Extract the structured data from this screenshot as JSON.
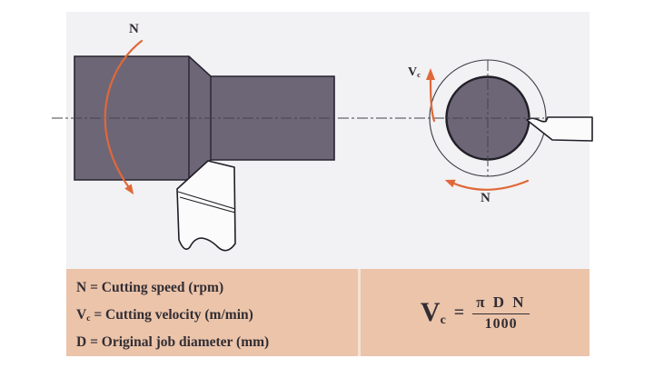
{
  "colors": {
    "page_bg": "#ffffff",
    "panel_bg": "#f2f1f3",
    "legend_bg": "#ebc4aa",
    "divider": "#f7e2d5",
    "workpiece_fill": "#6d6677",
    "outline": "#26242e",
    "accent_orange": "#e06838",
    "text": "#322d33",
    "tool_fill": "#fcfbfc",
    "centerline": "#45434d"
  },
  "side_view": {
    "rotation_label": "N"
  },
  "end_view": {
    "velocity_symbol": "V",
    "velocity_sub": "c",
    "rotation_label": "N"
  },
  "legend": {
    "items": [
      {
        "symbol": "N",
        "sub": "",
        "text": "= Cutting speed (rpm)"
      },
      {
        "symbol": "V",
        "sub": "c",
        "text": "= Cutting velocity (m/min)"
      },
      {
        "symbol": "D",
        "sub": "",
        "text": "= Original job diameter (mm)"
      }
    ]
  },
  "formula": {
    "lhs_symbol": "V",
    "lhs_sub": "c",
    "equals": "=",
    "numerator": "π D N",
    "denominator": "1000"
  }
}
